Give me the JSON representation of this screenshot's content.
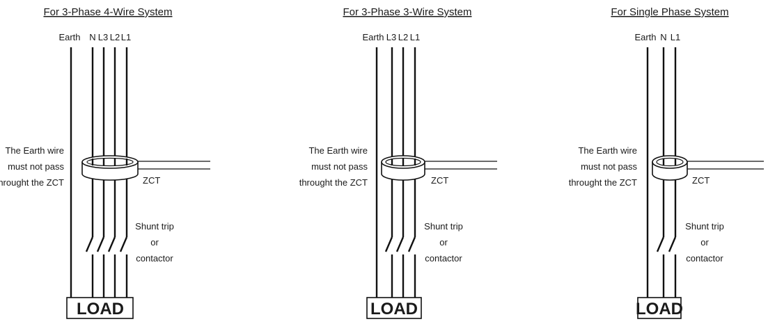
{
  "colors": {
    "line": "#111111",
    "background": "#ffffff"
  },
  "wiring": {
    "four_wire": {
      "title": "For 3-Phase 4-Wire System",
      "earth_label": "Earth",
      "phase_labels": [
        "N",
        "L3",
        "L2",
        "L1"
      ],
      "note_lines": [
        "The Earth wire",
        "must not pass",
        "throught the ZCT"
      ],
      "zct_label": "ZCT",
      "switch_lines": [
        "Shunt trip",
        "or",
        "contactor"
      ],
      "load_label": "LOAD"
    },
    "three_wire": {
      "title": "For 3-Phase 3-Wire System",
      "earth_label": "Earth",
      "phase_labels": [
        "L3",
        "L2",
        "L1"
      ],
      "note_lines": [
        "The Earth wire",
        "must not pass",
        "throught the ZCT"
      ],
      "zct_label": "ZCT",
      "switch_lines": [
        "Shunt trip",
        "or",
        "contactor"
      ],
      "load_label": "LOAD"
    },
    "single_phase": {
      "title": "For Single Phase System",
      "earth_label": "Earth",
      "phase_labels": [
        "N",
        "L1"
      ],
      "note_lines": [
        "The Earth wire",
        "must not pass",
        "throught the ZCT"
      ],
      "zct_label": "ZCT",
      "switch_lines": [
        "Shunt trip",
        "or",
        "contactor"
      ],
      "load_label": "LOAD"
    }
  }
}
